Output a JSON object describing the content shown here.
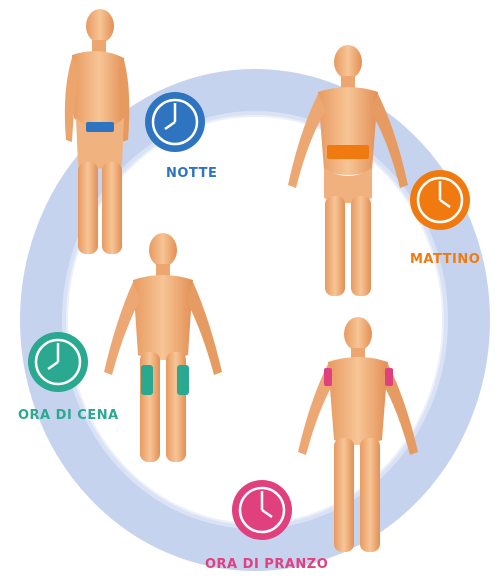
{
  "labels": {
    "night": "NOTTE",
    "morning": "MATTINO",
    "dinner": "ORA DI CENA",
    "lunch": "ORA DI PRANZO"
  },
  "colors": {
    "night": "#2f74c0",
    "morning": "#f07a10",
    "dinner": "#2aa890",
    "lunch": "#e0407e",
    "ring": "#b8c8ea",
    "skin": "#f2b27c"
  },
  "icons": {
    "night": "clock-icon",
    "morning": "clock-icon",
    "dinner": "clock-icon",
    "lunch": "clock-icon"
  }
}
